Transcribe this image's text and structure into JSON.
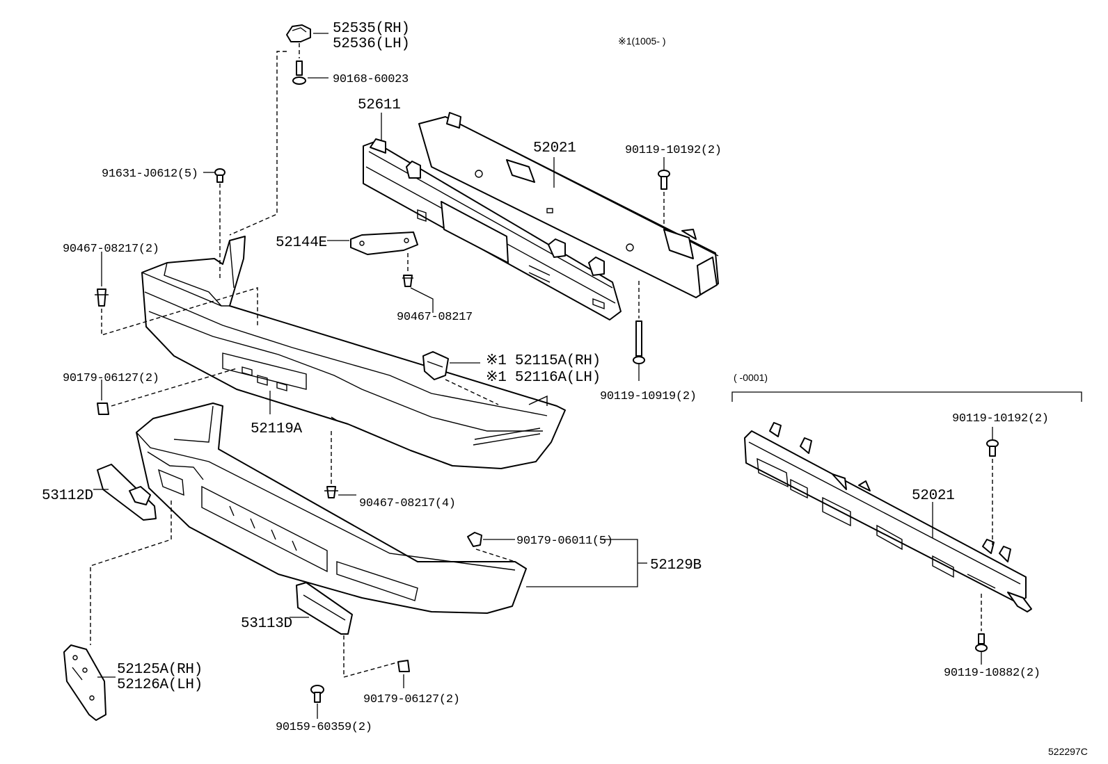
{
  "diagram": {
    "drawing_id": "522297C",
    "note_range_top": "※1(1005-      )",
    "note_range_right": "(      -0001)",
    "callouts": [
      {
        "id": "c1",
        "text": "52535(RH)"
      },
      {
        "id": "c2",
        "text": "52536(LH)"
      },
      {
        "id": "c3",
        "text": "90168-60023"
      },
      {
        "id": "c4",
        "text": "52611"
      },
      {
        "id": "c5",
        "text": "52021"
      },
      {
        "id": "c6",
        "text": "90119-10192(2)"
      },
      {
        "id": "c7",
        "text": "91631-J0612(5)"
      },
      {
        "id": "c8",
        "text": "52144E"
      },
      {
        "id": "c9",
        "text": "90467-08217(2)"
      },
      {
        "id": "c10",
        "text": "90467-08217"
      },
      {
        "id": "c11",
        "text": "※1 52115A(RH)"
      },
      {
        "id": "c12",
        "text": "※1 52116A(LH)"
      },
      {
        "id": "c13",
        "text": "90179-06127(2)"
      },
      {
        "id": "c14",
        "text": "90119-10919(2)"
      },
      {
        "id": "c15",
        "text": "52119A"
      },
      {
        "id": "c16",
        "text": "90467-08217(4)"
      },
      {
        "id": "c17",
        "text": "53112D"
      },
      {
        "id": "c18",
        "text": "90179-06011(5)"
      },
      {
        "id": "c19",
        "text": "52129B"
      },
      {
        "id": "c20",
        "text": "53113D"
      },
      {
        "id": "c21",
        "text": "52125A(RH)"
      },
      {
        "id": "c22",
        "text": "52126A(LH)"
      },
      {
        "id": "c23",
        "text": "90179-06127(2)"
      },
      {
        "id": "c24",
        "text": "90159-60359(2)"
      },
      {
        "id": "c25",
        "text": "90119-10192(2)"
      },
      {
        "id": "c26",
        "text": "52021"
      },
      {
        "id": "c27",
        "text": "90119-10882(2)"
      }
    ]
  }
}
